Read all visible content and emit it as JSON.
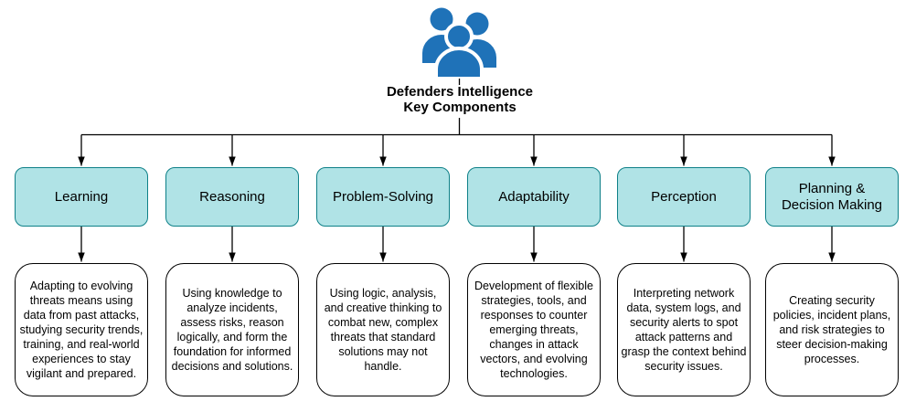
{
  "header": {
    "icon": "people-group-icon",
    "title_line1": "Defenders Intelligence",
    "title_line2": "Key Components"
  },
  "colors": {
    "node_fill": "#b0e3e6",
    "node_border": "#0e8088",
    "icon_blue": "#1f72b8",
    "connector": "#000000",
    "description_border": "#000000"
  },
  "columns": [
    {
      "label": "Learning",
      "description": "Adapting to evolving threats means using data from past attacks, studying security trends, training, and real-world experiences to stay vigilant and prepared."
    },
    {
      "label": "Reasoning",
      "description": "Using knowledge to analyze incidents, assess risks, reason logically, and form the foundation for informed decisions and solutions."
    },
    {
      "label": "Problem-Solving",
      "description": "Using logic, analysis, and creative thinking to combat new, complex threats that standard solutions may not handle."
    },
    {
      "label": "Adaptability",
      "description": "Development of flexible strategies, tools, and responses to counter emerging threats, changes in attack vectors, and evolving technologies."
    },
    {
      "label": "Perception",
      "description": "Interpreting network data, system logs, and security alerts to spot attack patterns and grasp the context behind security issues."
    },
    {
      "label": "Planning & Decision Making",
      "description": "Creating security policies, incident plans, and risk strategies to steer decision-making processes."
    }
  ]
}
